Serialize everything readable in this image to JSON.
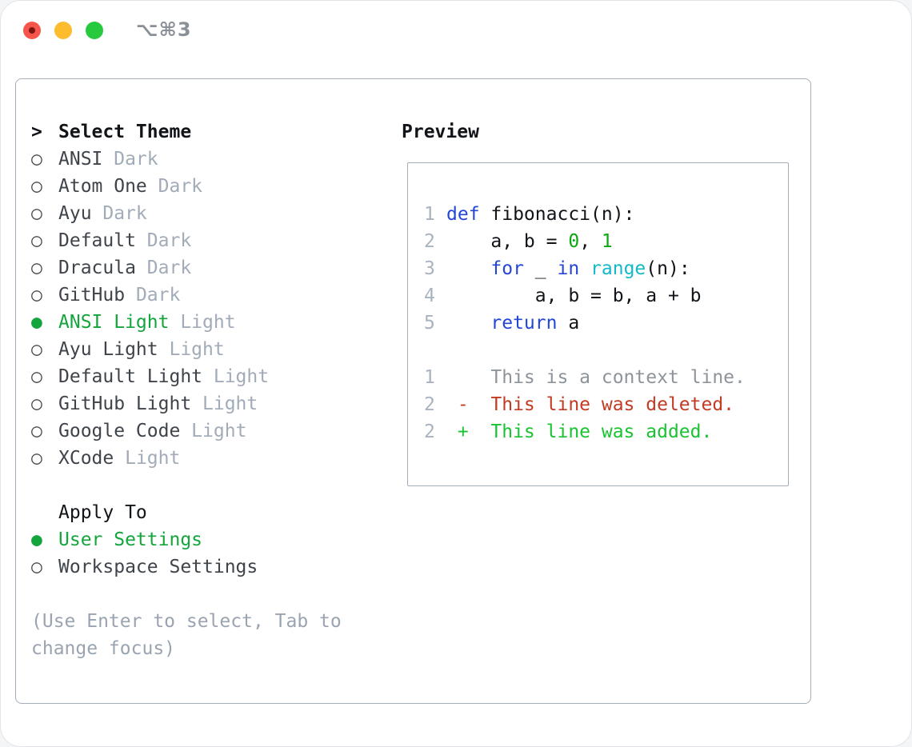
{
  "titlebar": {
    "title": "⌥⌘3"
  },
  "select_theme": {
    "cursor": ">",
    "header": "Select Theme",
    "marker_selected": "●",
    "marker_unselected": "○",
    "themes": [
      {
        "name": "ANSI",
        "variant": "Dark",
        "selected": false
      },
      {
        "name": "Atom One",
        "variant": "Dark",
        "selected": false
      },
      {
        "name": "Ayu",
        "variant": "Dark",
        "selected": false
      },
      {
        "name": "Default",
        "variant": "Dark",
        "selected": false
      },
      {
        "name": "Dracula",
        "variant": "Dark",
        "selected": false
      },
      {
        "name": "GitHub",
        "variant": "Dark",
        "selected": false
      },
      {
        "name": "ANSI Light",
        "variant": "Light",
        "selected": true
      },
      {
        "name": "Ayu Light",
        "variant": "Light",
        "selected": false
      },
      {
        "name": "Default Light",
        "variant": "Light",
        "selected": false
      },
      {
        "name": "GitHub Light",
        "variant": "Light",
        "selected": false
      },
      {
        "name": "Google Code",
        "variant": "Light",
        "selected": false
      },
      {
        "name": "XCode",
        "variant": "Light",
        "selected": false
      }
    ]
  },
  "apply_to": {
    "header": "Apply To",
    "options": [
      {
        "name": "User Settings",
        "selected": true
      },
      {
        "name": "Workspace Settings",
        "selected": false
      }
    ]
  },
  "hint": "(Use Enter to select, Tab to change focus)",
  "preview": {
    "title": "Preview",
    "lines": [
      {
        "num": "1",
        "tokens": [
          {
            "t": "def",
            "c": "kw"
          },
          {
            "t": " fibonacci(n):",
            "c": "pl"
          }
        ]
      },
      {
        "num": "2",
        "tokens": [
          {
            "t": "    a, b = ",
            "c": "pl"
          },
          {
            "t": "0",
            "c": "num"
          },
          {
            "t": ", ",
            "c": "pl"
          },
          {
            "t": "1",
            "c": "num"
          }
        ]
      },
      {
        "num": "3",
        "tokens": [
          {
            "t": "    ",
            "c": "pl"
          },
          {
            "t": "for",
            "c": "kw"
          },
          {
            "t": " _ ",
            "c": "pl"
          },
          {
            "t": "in",
            "c": "kw"
          },
          {
            "t": " ",
            "c": "pl"
          },
          {
            "t": "range",
            "c": "fn"
          },
          {
            "t": "(n):",
            "c": "pl"
          }
        ]
      },
      {
        "num": "4",
        "tokens": [
          {
            "t": "        a, b = b, a + b",
            "c": "pl"
          }
        ]
      },
      {
        "num": "5",
        "tokens": [
          {
            "t": "    ",
            "c": "pl"
          },
          {
            "t": "return",
            "c": "kw"
          },
          {
            "t": " a",
            "c": "pl"
          }
        ]
      },
      {
        "num": "",
        "tokens": []
      },
      {
        "num": "1",
        "tokens": [
          {
            "t": "    This is a context line.",
            "c": "ctx"
          }
        ]
      },
      {
        "num": "2",
        "tokens": [
          {
            "t": " -  This line was deleted.",
            "c": "del"
          }
        ]
      },
      {
        "num": "2",
        "tokens": [
          {
            "t": " +  This line was added.",
            "c": "add"
          }
        ]
      }
    ]
  },
  "colors": {
    "accent_green": "#14a53c",
    "added_green": "#19c332",
    "deleted_red": "#c23b22",
    "keyword_blue": "#2346d7",
    "builtin_cyan": "#14b9c8",
    "number_green": "#08a80e",
    "border_gray": "#a5adb8",
    "line_number_gray": "#a9b3bf",
    "dim_gray": "#a2abb8",
    "traffic_red": "#f5554b",
    "traffic_yellow": "#fdbc2e",
    "traffic_green": "#27c93f"
  }
}
